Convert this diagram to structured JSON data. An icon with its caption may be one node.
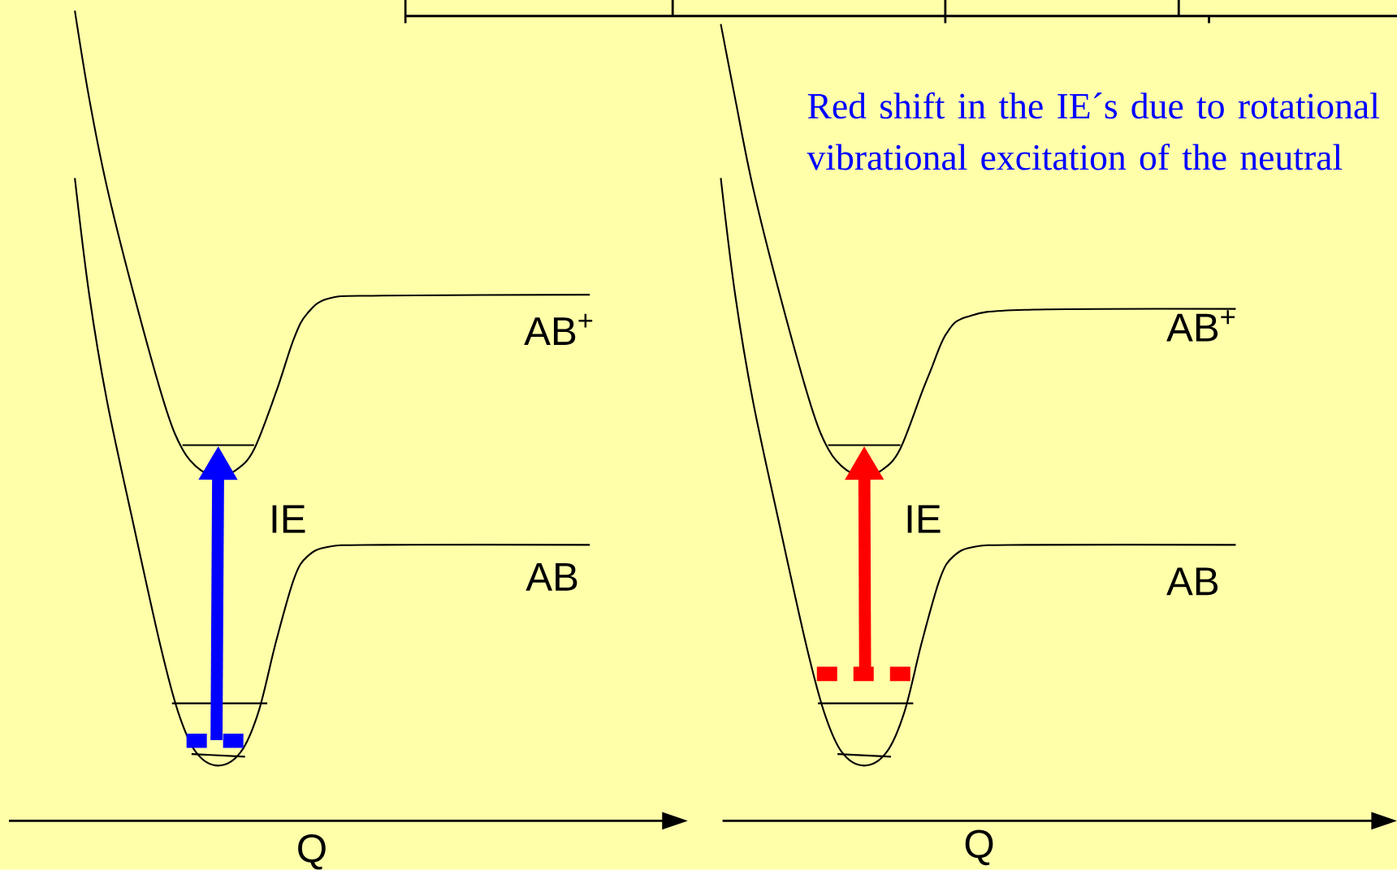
{
  "diagram": {
    "nodes": [
      {
        "text": [],
        "shape": "bar"
      },
      {
        "text": [],
        "shape": "bar"
      },
      {
        "text": [],
        "shape": "bar"
      },
      {
        "text": [],
        "shape": "bar"
      }
    ],
    "edges": [
      {
        "from": 0,
        "to": 1,
        "arrow": "to",
        "label": "IE",
        "color": "#0000ff"
      },
      {
        "from": 2,
        "to": 3,
        "arrow": "to",
        "label": "IE",
        "color": "#ff0000"
      }
    ],
    "labels": [
      "Red shift in the IE´s due to rotational vibrational excitation of the neutral",
      "AB$^{+}$",
      "AB",
      "Q",
      "AB$^{+}$",
      "AB",
      "Q"
    ]
  }
}
